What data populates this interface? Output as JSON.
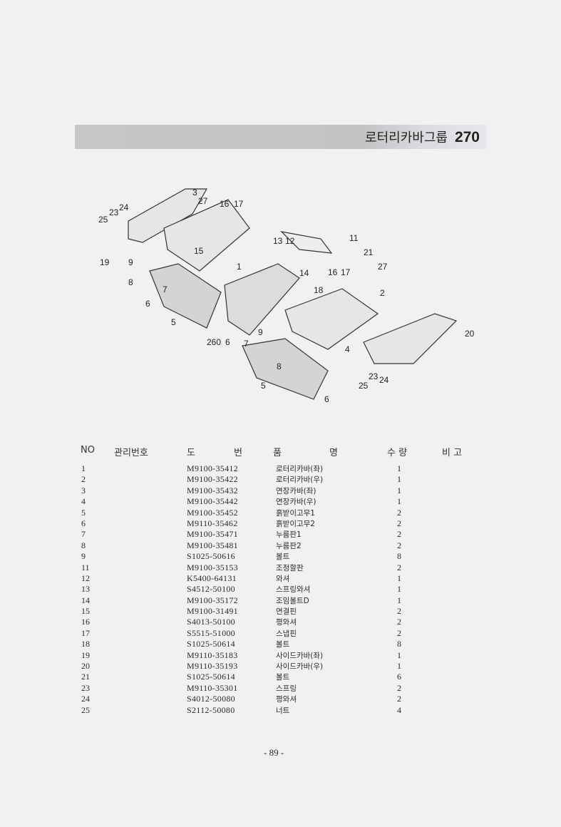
{
  "header": {
    "title": "로터리카바그룹",
    "group_no": "270"
  },
  "diagram": {
    "callouts": [
      "3",
      "27",
      "16",
      "17",
      "24",
      "23",
      "25",
      "19",
      "9",
      "15",
      "1",
      "8",
      "7",
      "6",
      "5",
      "13",
      "12",
      "11",
      "21",
      "14",
      "16",
      "17",
      "27",
      "18",
      "2",
      "260",
      "6",
      "9",
      "7",
      "8",
      "4",
      "5",
      "6",
      "20",
      "23",
      "24",
      "25"
    ]
  },
  "table": {
    "headers": {
      "no": "NO",
      "mgmt": "관리번호",
      "drawing_1": "도",
      "drawing_2": "번",
      "name_1": "품",
      "name_2": "명",
      "qty": "수 량",
      "remark": "비 고"
    },
    "rows": [
      {
        "no": "1",
        "part": "M9100-35412",
        "name": "로터리카바(좌)",
        "qty": "1"
      },
      {
        "no": "2",
        "part": "M9100-35422",
        "name": "로터리카바(우)",
        "qty": "1"
      },
      {
        "no": "3",
        "part": "M9100-35432",
        "name": "연장카바(좌)",
        "qty": "1"
      },
      {
        "no": "4",
        "part": "M9100-35442",
        "name": "연장카바(우)",
        "qty": "1"
      },
      {
        "no": "5",
        "part": "M9100-35452",
        "name": "흙받이고무1",
        "qty": "2"
      },
      {
        "no": "6",
        "part": "M9110-35462",
        "name": "흙받이고무2",
        "qty": "2"
      },
      {
        "no": "7",
        "part": "M9100-35471",
        "name": "누름판1",
        "qty": "2"
      },
      {
        "no": "8",
        "part": "M9100-35481",
        "name": "누름판2",
        "qty": "2"
      },
      {
        "no": "9",
        "part": "S1025-50616",
        "name": "볼트",
        "qty": "8"
      },
      {
        "no": "11",
        "part": "M9100-35153",
        "name": "조정할판",
        "qty": "2"
      },
      {
        "no": "12",
        "part": "K5400-64131",
        "name": "와셔",
        "qty": "1"
      },
      {
        "no": "13",
        "part": "S4512-50100",
        "name": "스프링와셔",
        "qty": "1"
      },
      {
        "no": "14",
        "part": "M9100-35172",
        "name": "조임볼트D",
        "qty": "1"
      },
      {
        "no": "15",
        "part": "M9100-31491",
        "name": "연결핀",
        "qty": "2"
      },
      {
        "no": "16",
        "part": "S4013-50100",
        "name": "평와셔",
        "qty": "2"
      },
      {
        "no": "17",
        "part": "S5515-51000",
        "name": "스냅핀",
        "qty": "2"
      },
      {
        "no": "18",
        "part": "S1025-50614",
        "name": "볼트",
        "qty": "8"
      },
      {
        "no": "19",
        "part": "M9110-35183",
        "name": "사이드카바(좌)",
        "qty": "1"
      },
      {
        "no": "20",
        "part": "M9110-35193",
        "name": "사이드카바(우)",
        "qty": "1"
      },
      {
        "no": "21",
        "part": "S1025-50614",
        "name": "볼트",
        "qty": "6"
      },
      {
        "no": "23",
        "part": "M9110-35301",
        "name": "스프링",
        "qty": "2"
      },
      {
        "no": "24",
        "part": "S4012-50080",
        "name": "평와셔",
        "qty": "2"
      },
      {
        "no": "25",
        "part": "S2112-50080",
        "name": "너트",
        "qty": "4"
      }
    ]
  },
  "footer": {
    "page": "- 89 -"
  }
}
